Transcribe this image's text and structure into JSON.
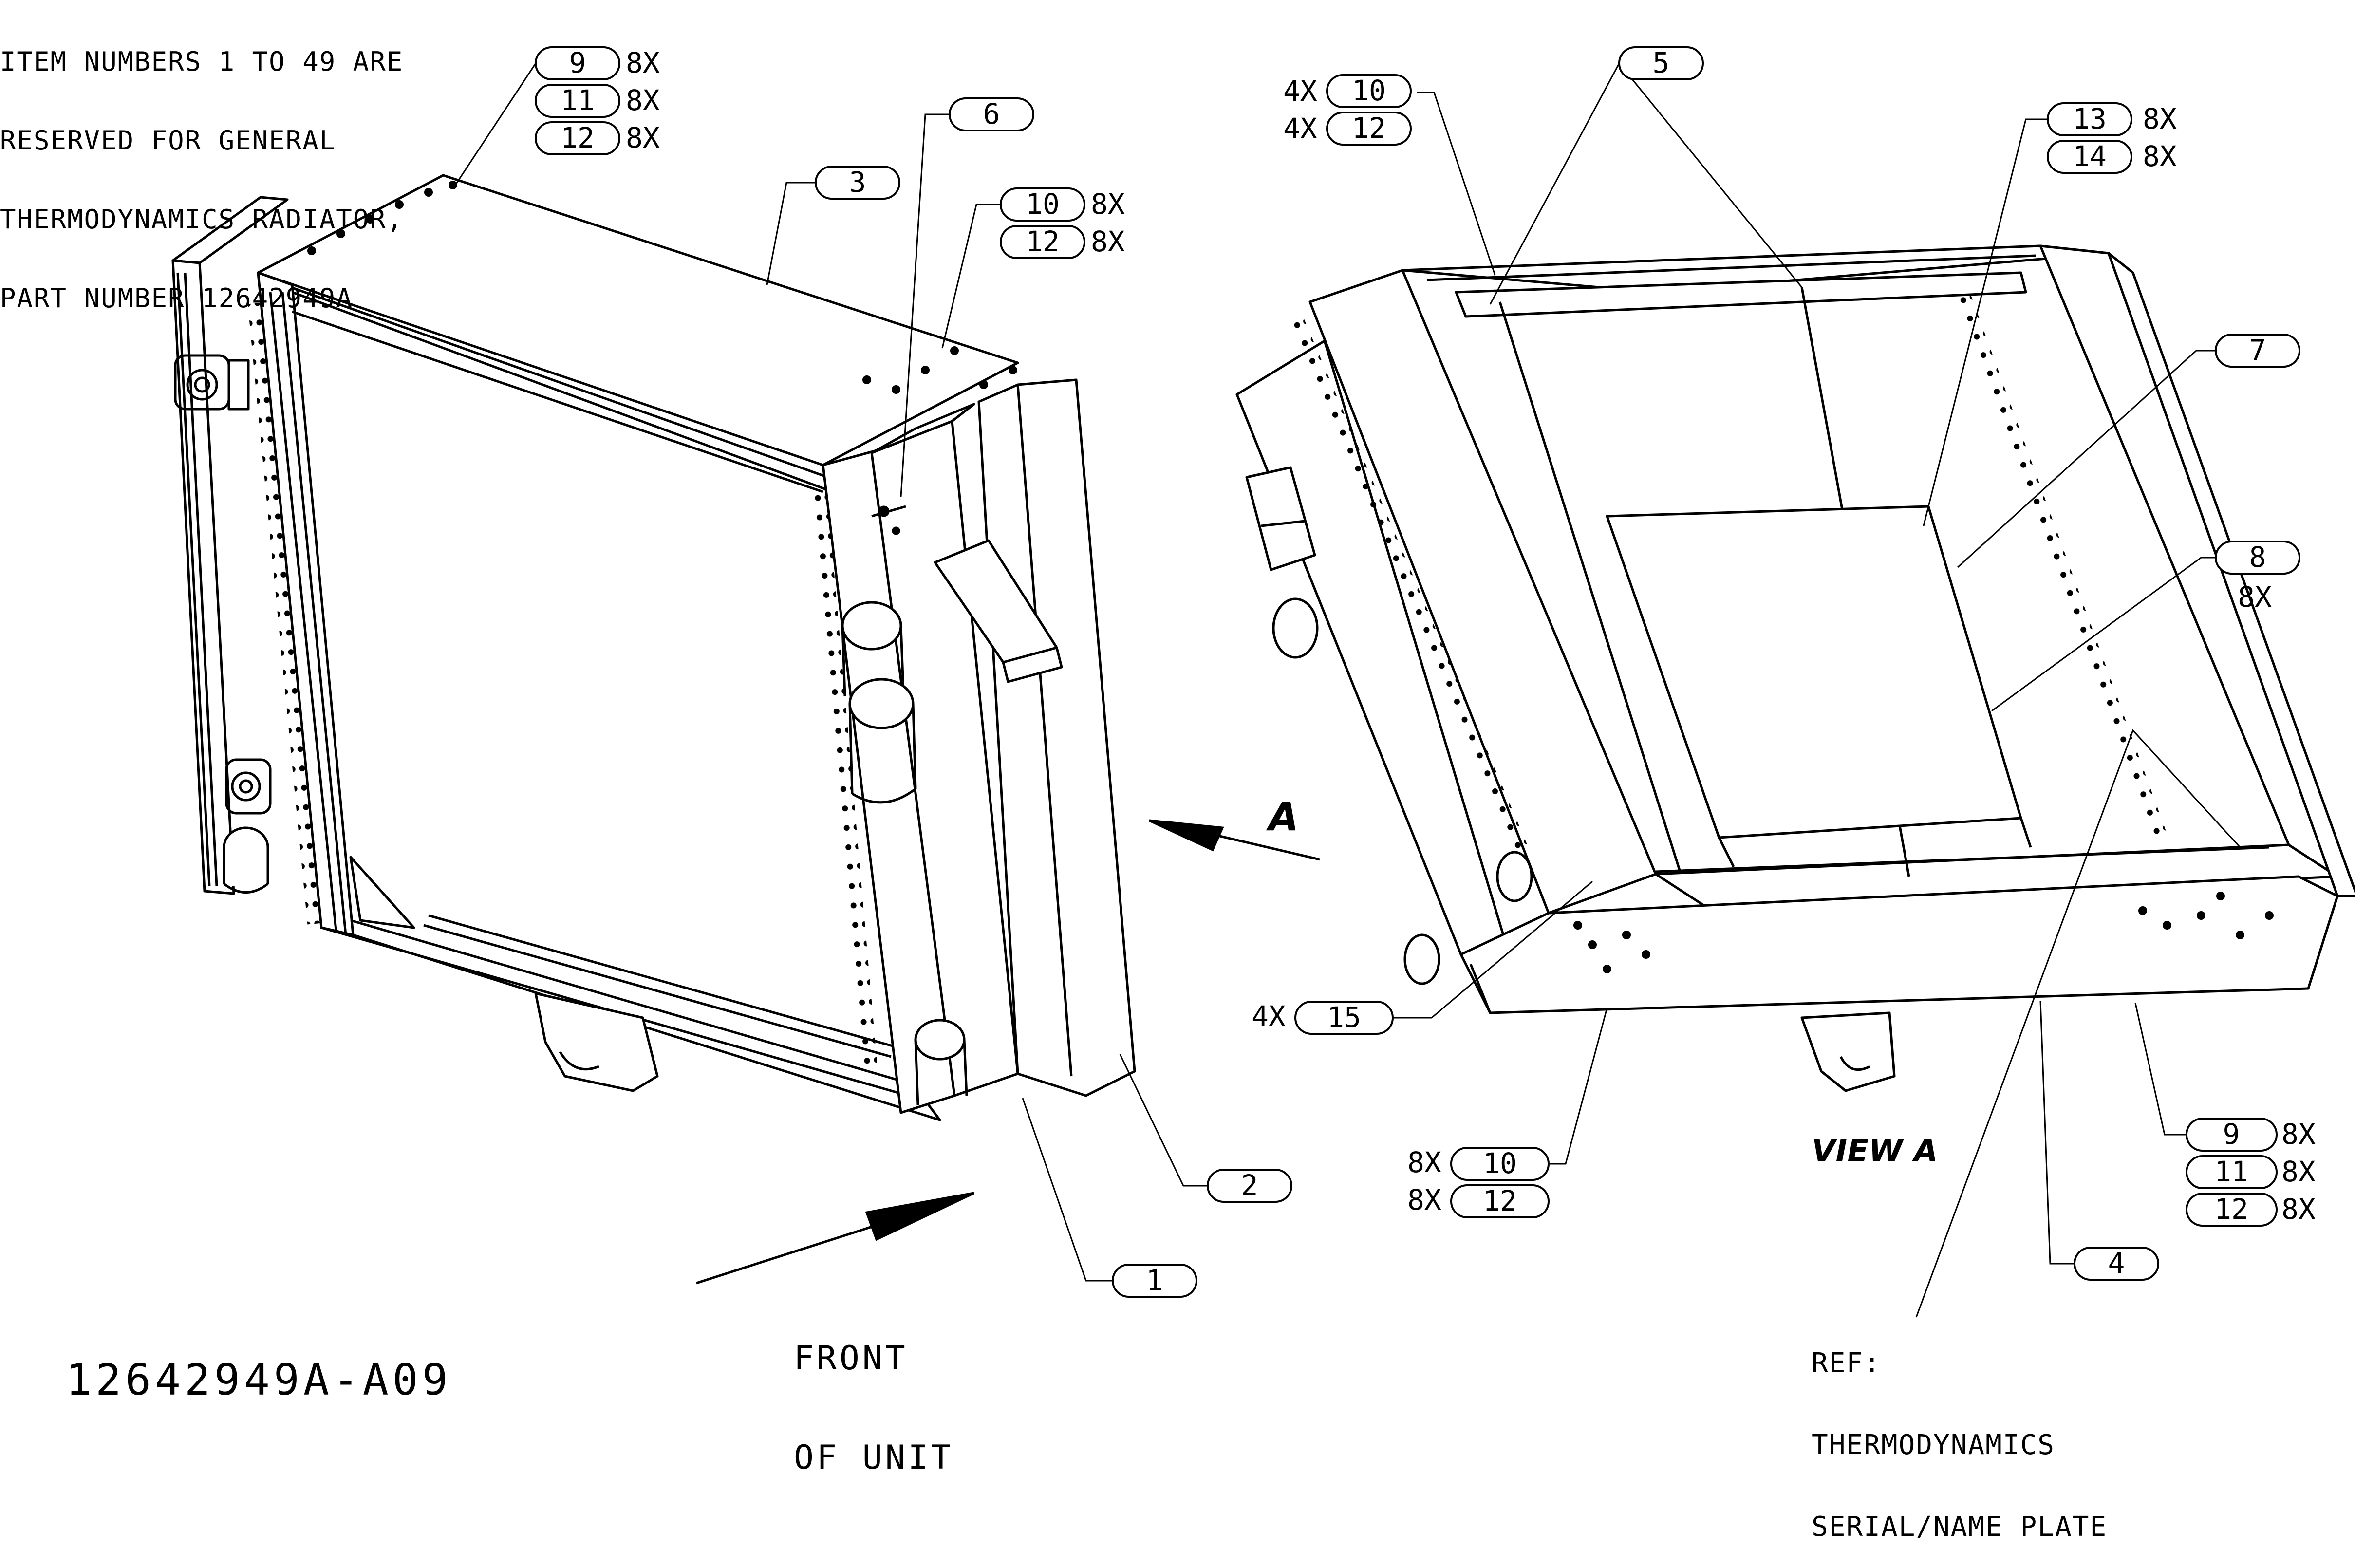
{
  "notes": {
    "header_lines": [
      "ITEM NUMBERS 1 TO 49 ARE",
      "RESERVED FOR GENERAL",
      "THERMODYNAMICS RADIATOR,",
      "PART NUMBER 12642949A"
    ],
    "drawing_number": "12642949A-A09",
    "front_of_unit": [
      "FRONT",
      "OF UNIT"
    ],
    "view_label": "VIEW A",
    "view_arrow_letter": "A",
    "ref_lines": [
      "REF:",
      "THERMODYNAMICS",
      "SERIAL/NAME PLATE"
    ]
  },
  "callouts": [
    {
      "id": "c9a",
      "number": "9",
      "qty": "8X"
    },
    {
      "id": "c11a",
      "number": "11",
      "qty": "8X"
    },
    {
      "id": "c12a",
      "number": "12",
      "qty": "8X"
    },
    {
      "id": "c3",
      "number": "3",
      "qty": ""
    },
    {
      "id": "c6",
      "number": "6",
      "qty": ""
    },
    {
      "id": "c10a",
      "number": "10",
      "qty": "8X"
    },
    {
      "id": "c12b",
      "number": "12",
      "qty": "8X"
    },
    {
      "id": "c2",
      "number": "2",
      "qty": ""
    },
    {
      "id": "c1",
      "number": "1",
      "qty": ""
    },
    {
      "id": "c10b",
      "number": "10",
      "qty": "4X"
    },
    {
      "id": "c12c",
      "number": "12",
      "qty": "4X"
    },
    {
      "id": "c5",
      "number": "5",
      "qty": ""
    },
    {
      "id": "c13",
      "number": "13",
      "qty": "8X"
    },
    {
      "id": "c14",
      "number": "14",
      "qty": "8X"
    },
    {
      "id": "c7",
      "number": "7",
      "qty": ""
    },
    {
      "id": "c8",
      "number": "8",
      "qty": "8X"
    },
    {
      "id": "c15",
      "number": "15",
      "qty": "4X"
    },
    {
      "id": "c10c",
      "number": "10",
      "qty": "8X"
    },
    {
      "id": "c12d",
      "number": "12",
      "qty": "8X"
    },
    {
      "id": "c9b",
      "number": "9",
      "qty": "8X"
    },
    {
      "id": "c11b",
      "number": "11",
      "qty": "8X"
    },
    {
      "id": "c12e",
      "number": "12",
      "qty": "8X"
    },
    {
      "id": "c4",
      "number": "4",
      "qty": ""
    }
  ]
}
